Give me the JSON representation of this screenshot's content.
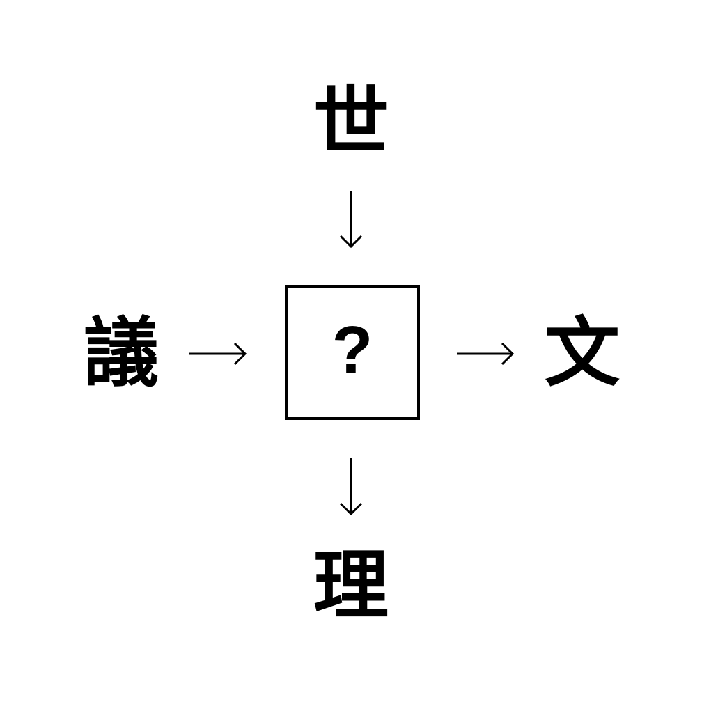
{
  "puzzle": {
    "top": "世",
    "left": "議",
    "right": "文",
    "bottom": "理",
    "answer_placeholder": "?"
  },
  "colors": {
    "text": "#000000",
    "background": "#ffffff"
  },
  "icons": {
    "top_arrow": "arrow-down-icon",
    "bottom_arrow": "arrow-down-icon",
    "left_arrow": "arrow-right-icon",
    "right_arrow": "arrow-right-icon"
  }
}
